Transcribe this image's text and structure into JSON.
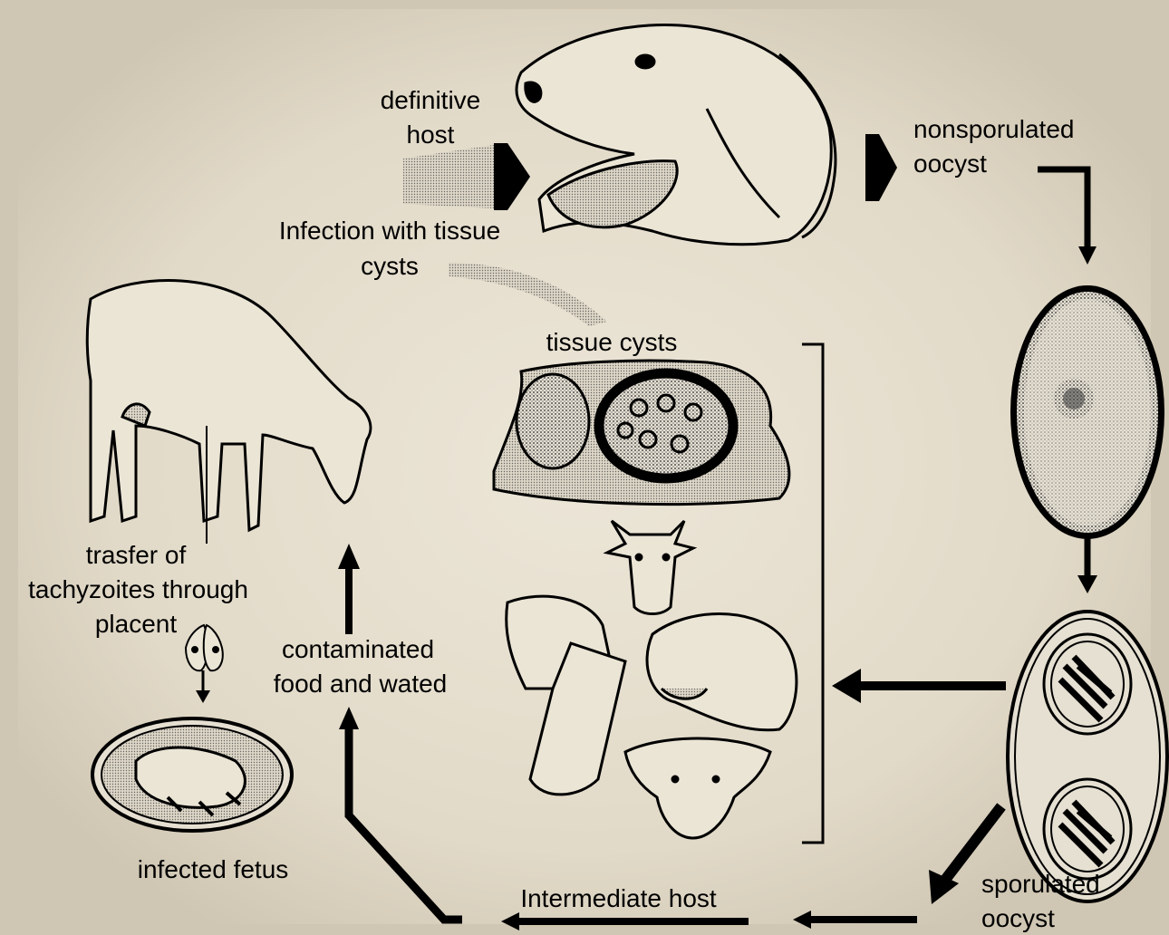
{
  "labels": {
    "definitive_host_1": "definitive",
    "definitive_host_2": "host",
    "nonsporulated_1": "nonsporulated",
    "nonsporulated_2": "oocyst",
    "infection_1": "Infection with tissue",
    "infection_2": "cysts",
    "tissue_cysts": "tissue cysts",
    "transfer_1": "trasfer of",
    "transfer_2": "tachyzoites through",
    "transfer_3": "placent",
    "contaminated_1": "contaminated",
    "contaminated_2": "food and wated",
    "infected_fetus": "infected fetus",
    "intermediate_host": "Intermediate host",
    "sporulated_1": "sporulated",
    "sporulated_2": "oocyst"
  },
  "colors": {
    "background": "#cfc6b3",
    "vignette": "#e6dfcf",
    "ink": "#000000"
  }
}
